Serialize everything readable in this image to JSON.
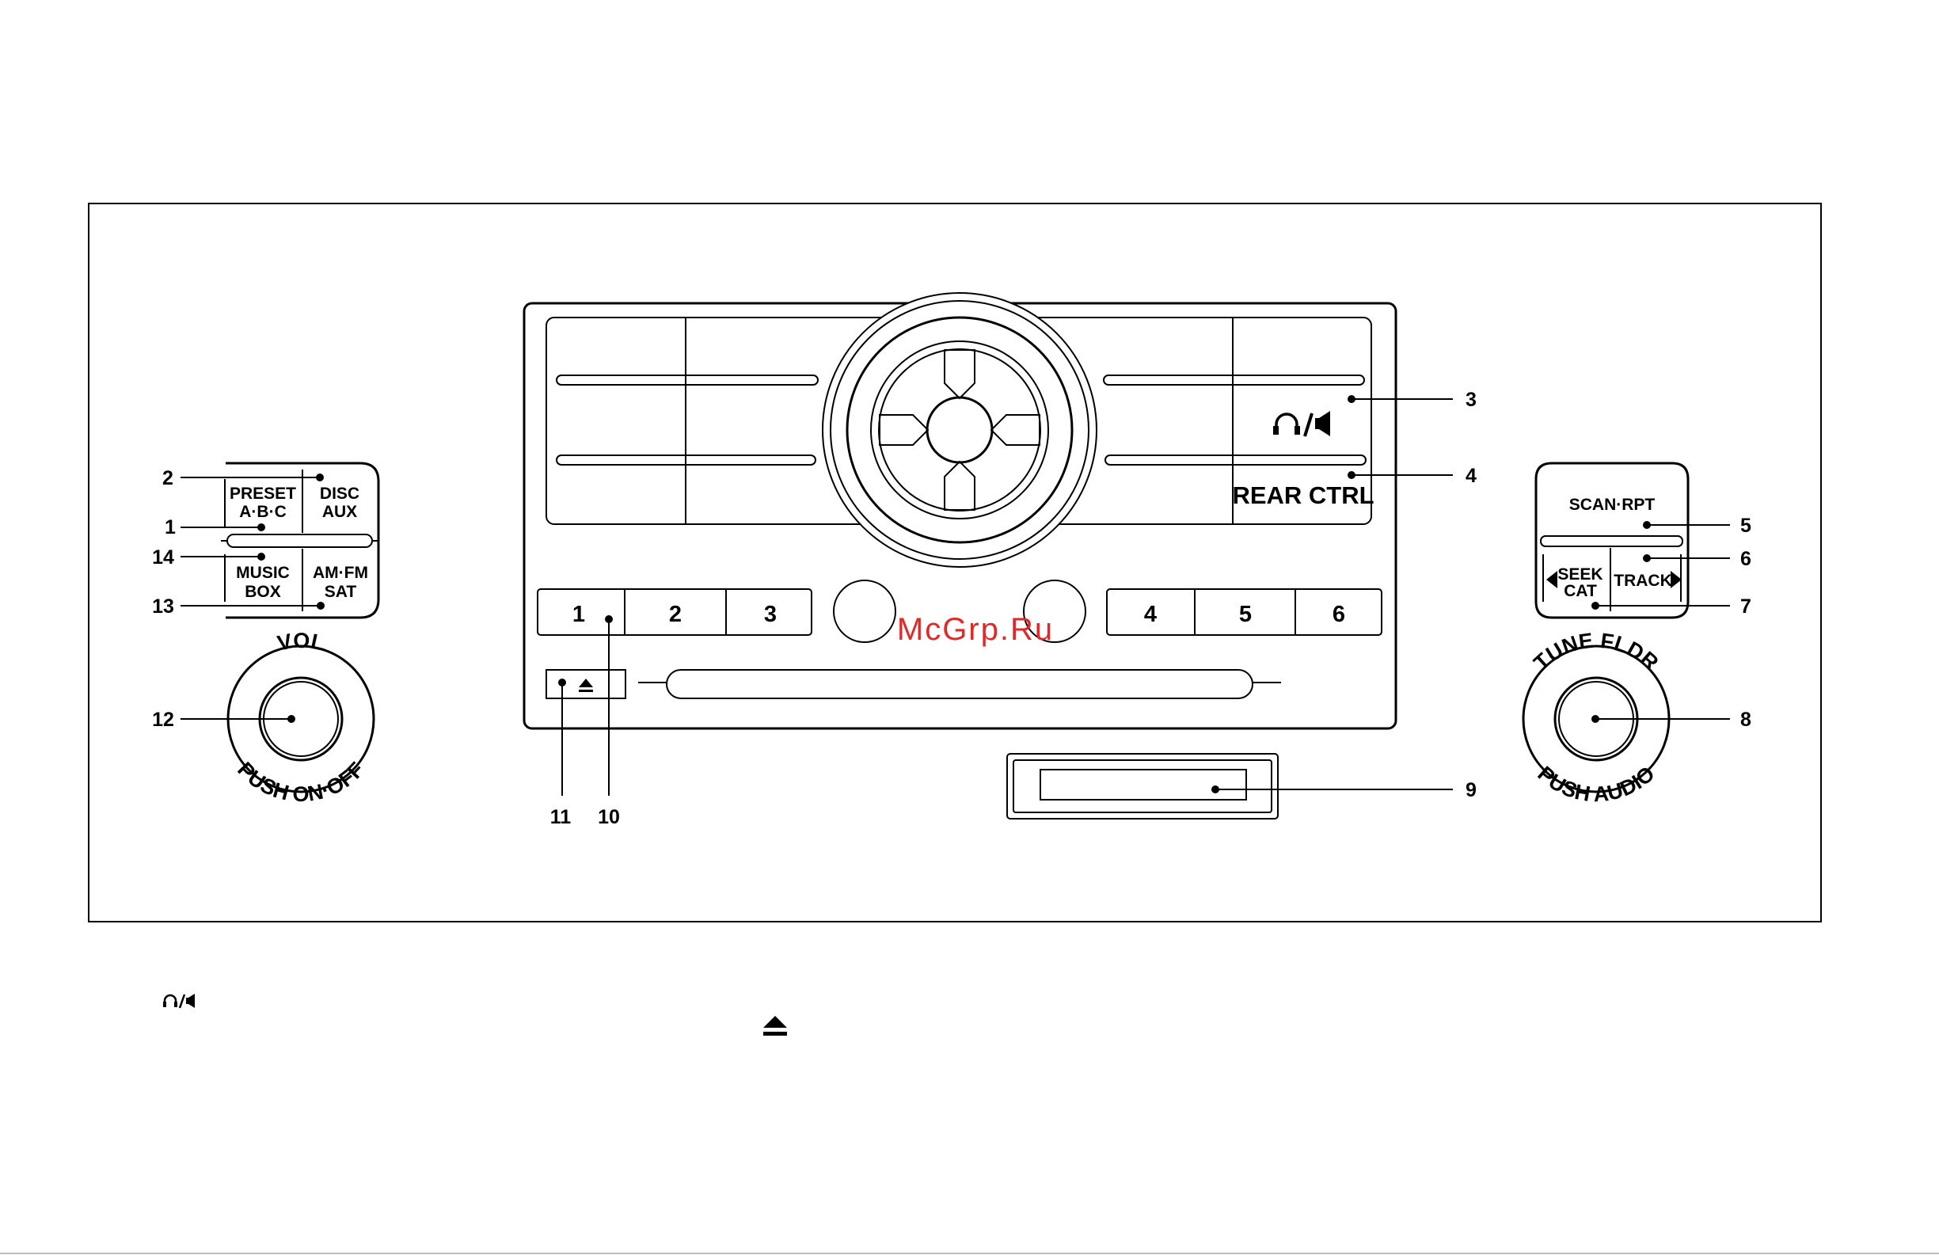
{
  "panel_buttons": {
    "preset": "PRESET",
    "abc": "A·B·C",
    "disc": "DISC",
    "aux": "AUX",
    "music": "MUSIC",
    "box": "BOX",
    "amfm": "AM·FM",
    "sat": "SAT",
    "scan_rpt": "SCAN·RPT",
    "seek": "SEEK",
    "cat": "CAT",
    "track": "TRACK",
    "rear_ctrl": "REAR CTRL",
    "presets": [
      "1",
      "2",
      "3",
      "4",
      "5",
      "6"
    ]
  },
  "knobs": {
    "vol": "VOL",
    "push_on_off": "PUSH ON·OFF",
    "tune_fldr": "TUNE FLDR",
    "push_audio": "PUSH AUDIO"
  },
  "callouts": [
    "1",
    "2",
    "3",
    "4",
    "5",
    "6",
    "7",
    "8",
    "9",
    "10",
    "11",
    "12",
    "13",
    "14"
  ],
  "watermark": "McGrp.Ru",
  "icons": {
    "headphone_speaker": "headphone-speaker-icon",
    "eject": "eject-icon",
    "seek_left": "triangle-left-icon",
    "track_right": "triangle-right-icon"
  }
}
